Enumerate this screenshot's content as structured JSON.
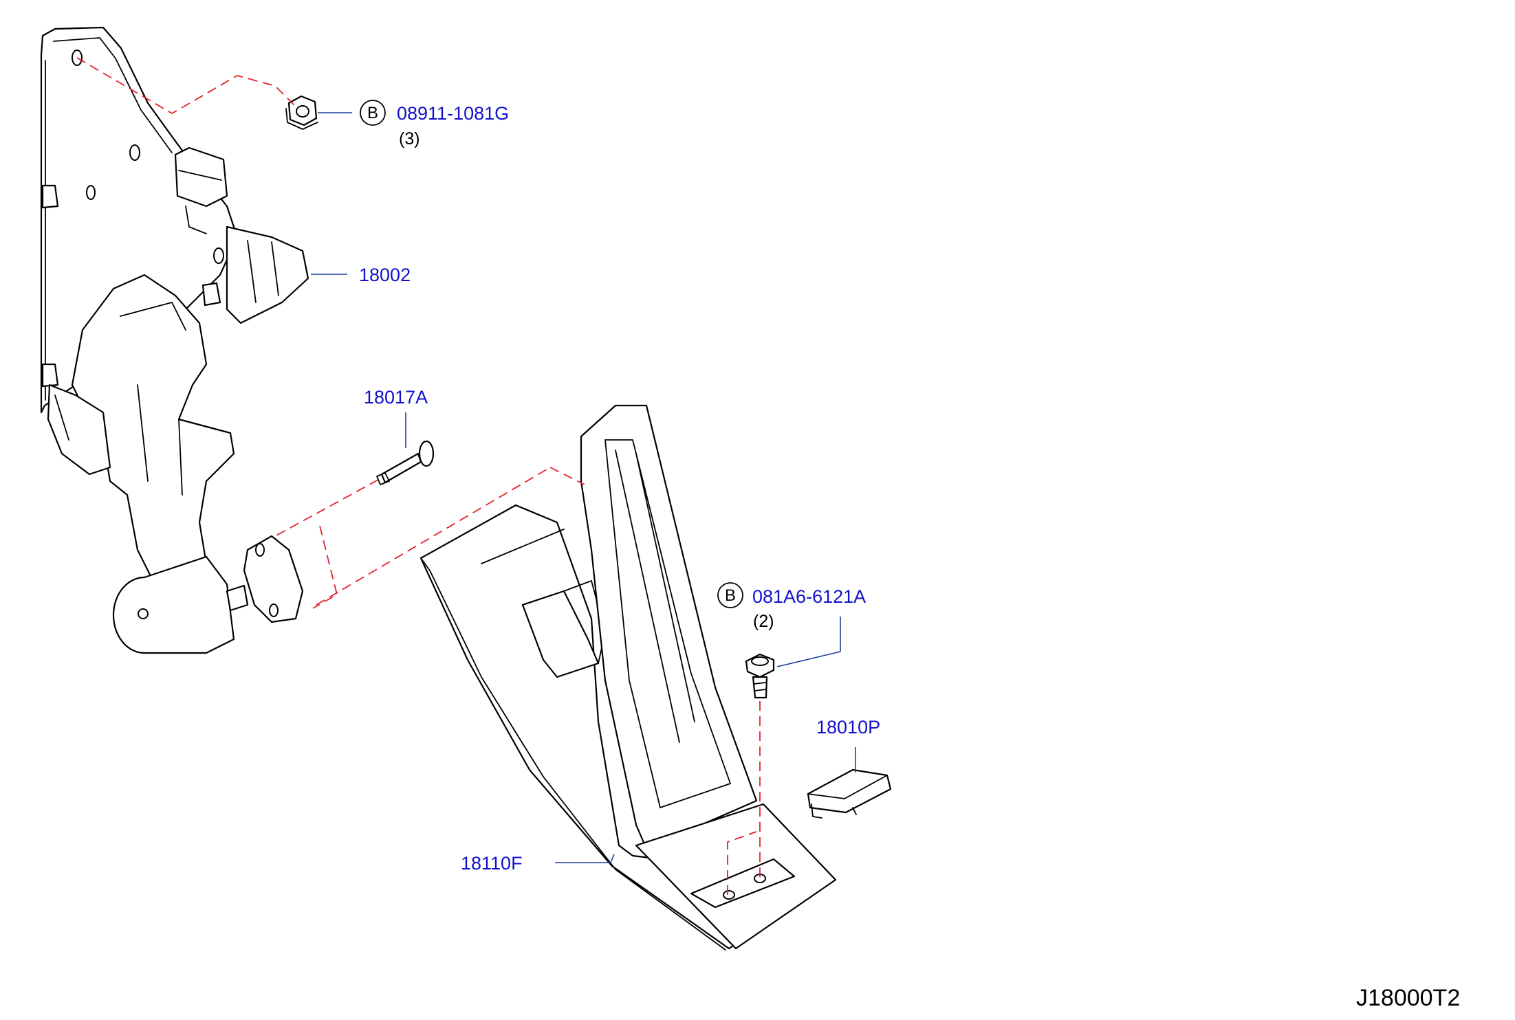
{
  "parts": {
    "nut": {
      "badge": "B",
      "number": "08911-1081G",
      "qty": "(3)",
      "icon": "flange-nut-icon"
    },
    "pedal_assembly": {
      "number": "18002",
      "icon": "accelerator-pedal-assembly-icon"
    },
    "pin": {
      "number": "18017A",
      "icon": "pin-icon"
    },
    "bolt": {
      "badge": "B",
      "number": "081A6-6121A",
      "qty": "(2)",
      "icon": "bolt-icon"
    },
    "clip": {
      "number": "18010P",
      "icon": "clip-icon"
    },
    "pedal_pad": {
      "number": "18110F",
      "icon": "pedal-pad-icon"
    }
  },
  "diagram_code": "J18000T2",
  "colors": {
    "callout_text": "#1111cc",
    "leader_line": "#1c3f9b",
    "assembly_dash": "#e5202b",
    "outline": "#000000"
  }
}
